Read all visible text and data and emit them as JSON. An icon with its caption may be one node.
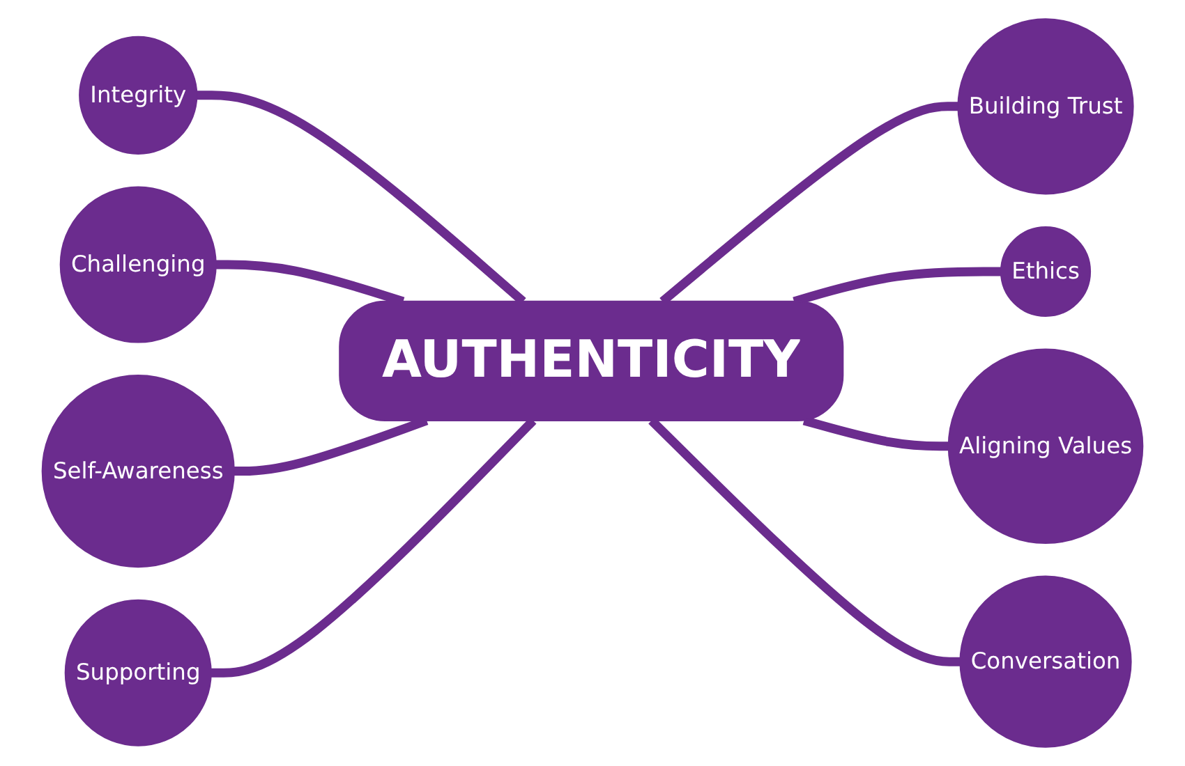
{
  "diagram": {
    "nodes": [
      {
        "text": [
          "AUTHENTICITY"
        ]
      },
      {
        "text": [
          "Integrity"
        ]
      },
      {
        "text": [
          "Building Trust"
        ]
      },
      {
        "text": [
          "Ethics"
        ]
      },
      {
        "text": [
          "Challenging"
        ]
      },
      {
        "text": [
          "Aligning Values"
        ]
      },
      {
        "text": [
          "Self-Awareness"
        ]
      },
      {
        "text": [
          "Supporting"
        ]
      },
      {
        "text": [
          "Conversation"
        ]
      }
    ],
    "edges": [
      {
        "from": 1,
        "to": 0,
        "arrow": "none"
      },
      {
        "from": 0,
        "to": 2,
        "arrow": "none"
      },
      {
        "from": 0,
        "to": 3,
        "arrow": "none"
      },
      {
        "from": 4,
        "to": 0,
        "arrow": "none"
      },
      {
        "from": 0,
        "to": 5,
        "arrow": "none"
      },
      {
        "from": 6,
        "to": 0,
        "arrow": "none"
      },
      {
        "from": 7,
        "to": 0,
        "arrow": "none"
      },
      {
        "from": 0,
        "to": 8,
        "arrow": "none"
      }
    ]
  }
}
